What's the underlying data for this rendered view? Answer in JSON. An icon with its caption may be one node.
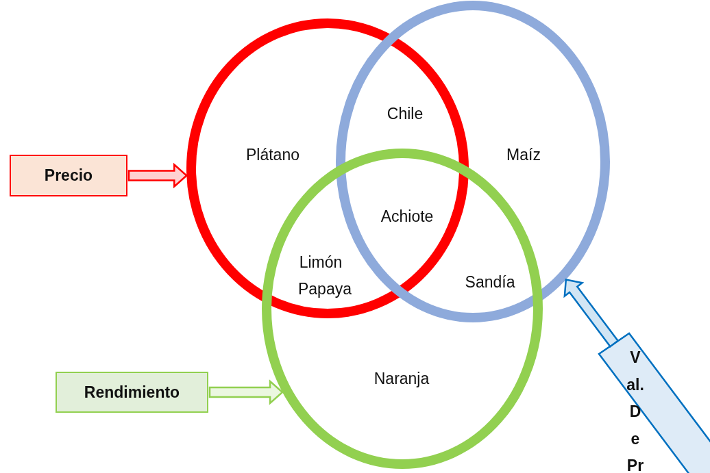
{
  "diagram": {
    "nodes": [
      {
        "text": [],
        "shape": "circle"
      },
      {
        "text": [],
        "shape": "circle"
      },
      {
        "text": [],
        "shape": "circle"
      },
      {
        "text": [
          "Precio"
        ]
      },
      {
        "text": [
          "Rendimiento"
        ]
      },
      {
        "text": [
          "V al. D e Pr"
        ]
      }
    ],
    "edges": [
      {
        "from": 3,
        "to": 0,
        "arrow": "to",
        "color": "#ff0000"
      },
      {
        "from": 4,
        "to": 2,
        "arrow": "to",
        "color": "#92d050"
      },
      {
        "from": 5,
        "to": 1,
        "arrow": "to",
        "color": "#0070c0"
      }
    ],
    "labels": [
      "Chile",
      "Plátano",
      "Maíz",
      "Achiote",
      "Limón",
      "Papaya",
      "Sandía",
      "Naranja"
    ]
  }
}
